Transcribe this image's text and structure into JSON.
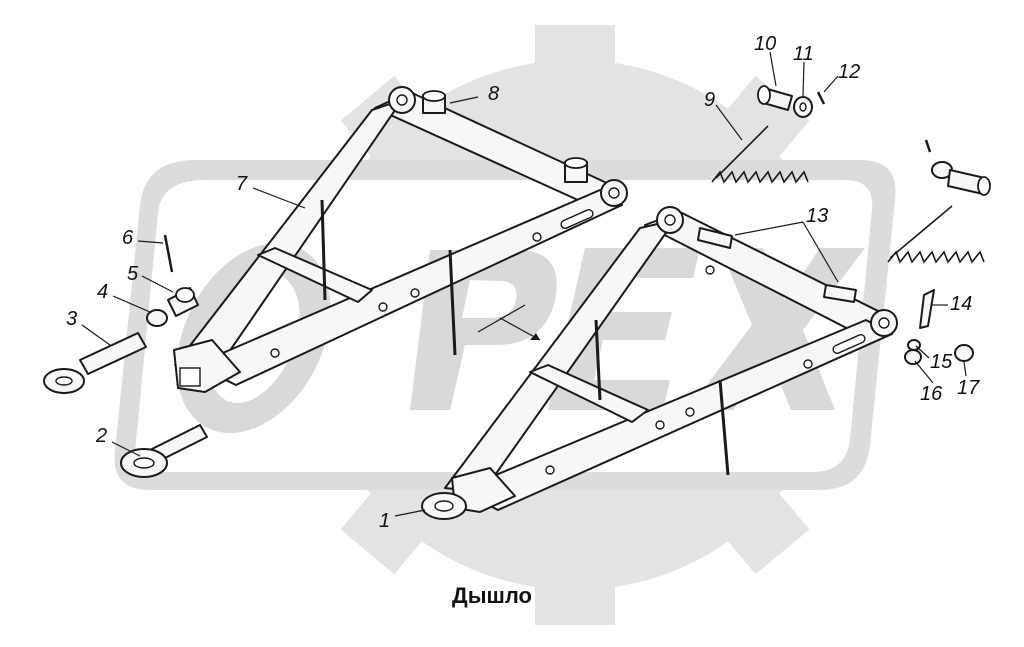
{
  "caption": "Дышло",
  "watermark": {
    "letters": [
      "O",
      "P",
      "E",
      "X"
    ],
    "color": "#d9d9d9"
  },
  "callouts": {
    "c1": "1",
    "c2": "2",
    "c3": "3",
    "c4": "4",
    "c5": "5",
    "c6": "6",
    "c7": "7",
    "c8": "8",
    "c9": "9",
    "c10": "10",
    "c11": "11",
    "c12": "12",
    "c13": "13",
    "c14": "14",
    "c15": "15",
    "c16": "16",
    "c17": "17"
  }
}
